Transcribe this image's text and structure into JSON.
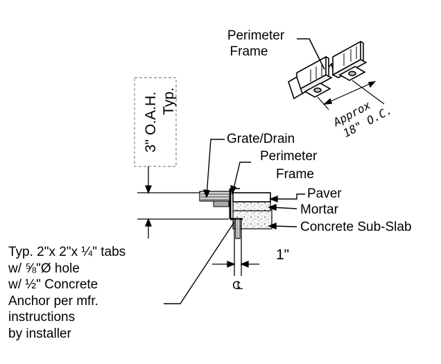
{
  "labels": {
    "perimeter_frame_top_line1": "Perimeter",
    "perimeter_frame_top_line2": "Frame",
    "approx_line1": "Approx",
    "approx_line2": "18\" O.C.",
    "oah_line1": "3\" O.A.H.",
    "oah_line2": "Typ.",
    "grate_drain": "Grate/Drain",
    "perimeter_frame_line1": "Perimeter",
    "perimeter_frame_line2": "Frame",
    "paver": "Paver",
    "mortar": "Mortar",
    "concrete_sub_slab": "Concrete Sub-Slab",
    "dim_one_inch": "1\"",
    "centerline": "CL"
  },
  "note": {
    "line1": "Typ. 2\"x 2\"x ¼\" tabs",
    "line2": "w/ ⅝\"Ø hole",
    "line3": "w/ ½\" Concrete",
    "line4": "Anchor per mfr.",
    "line5": "instructions",
    "line6": "by installer"
  }
}
